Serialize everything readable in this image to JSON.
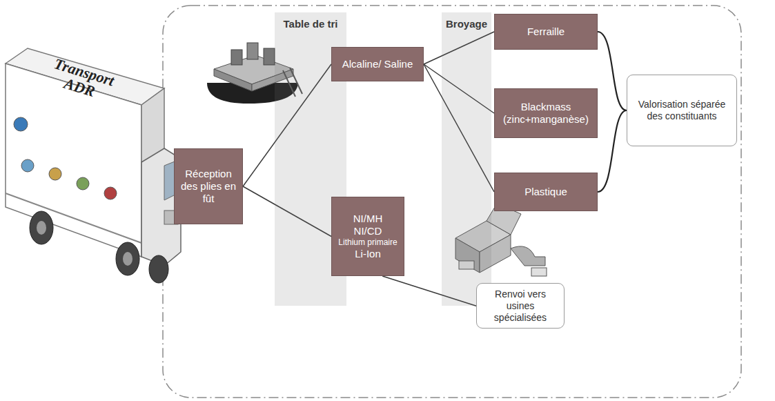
{
  "diagram": {
    "nodes": [
      {
        "text": [
          "Table de tri"
        ]
      },
      {
        "text": [
          "Broyage"
        ]
      },
      {
        "text": [
          "Réception des plies en fût"
        ]
      },
      {
        "text": [
          "Alcaline/ Saline"
        ]
      },
      {
        "text": [
          "NI/MH",
          "NI/CD",
          "Lithium primaire",
          "Li-Ion"
        ]
      },
      {
        "text": [
          "Ferraille"
        ]
      },
      {
        "text": [
          "Blackmass (zinc+manganèse)"
        ]
      },
      {
        "text": [
          "Plastique"
        ]
      },
      {
        "text": [
          "Valorisation séparée des constituants"
        ]
      },
      {
        "text": [
          "Renvoi vers usines spécialisées"
        ]
      }
    ],
    "edges": [
      {
        "from": 2,
        "to": 3,
        "arrow": "none"
      },
      {
        "from": 2,
        "to": 4,
        "arrow": "none"
      },
      {
        "from": 3,
        "to": 5,
        "arrow": "none"
      },
      {
        "from": 3,
        "to": 6,
        "arrow": "none"
      },
      {
        "from": 3,
        "to": 7,
        "arrow": "none"
      },
      {
        "from": 4,
        "to": 9,
        "arrow": "none"
      },
      {
        "from": 5,
        "to": 8,
        "arrow": "none"
      },
      {
        "from": 7,
        "to": 8,
        "arrow": "none"
      }
    ],
    "labels": [
      "Transport ADR"
    ]
  }
}
